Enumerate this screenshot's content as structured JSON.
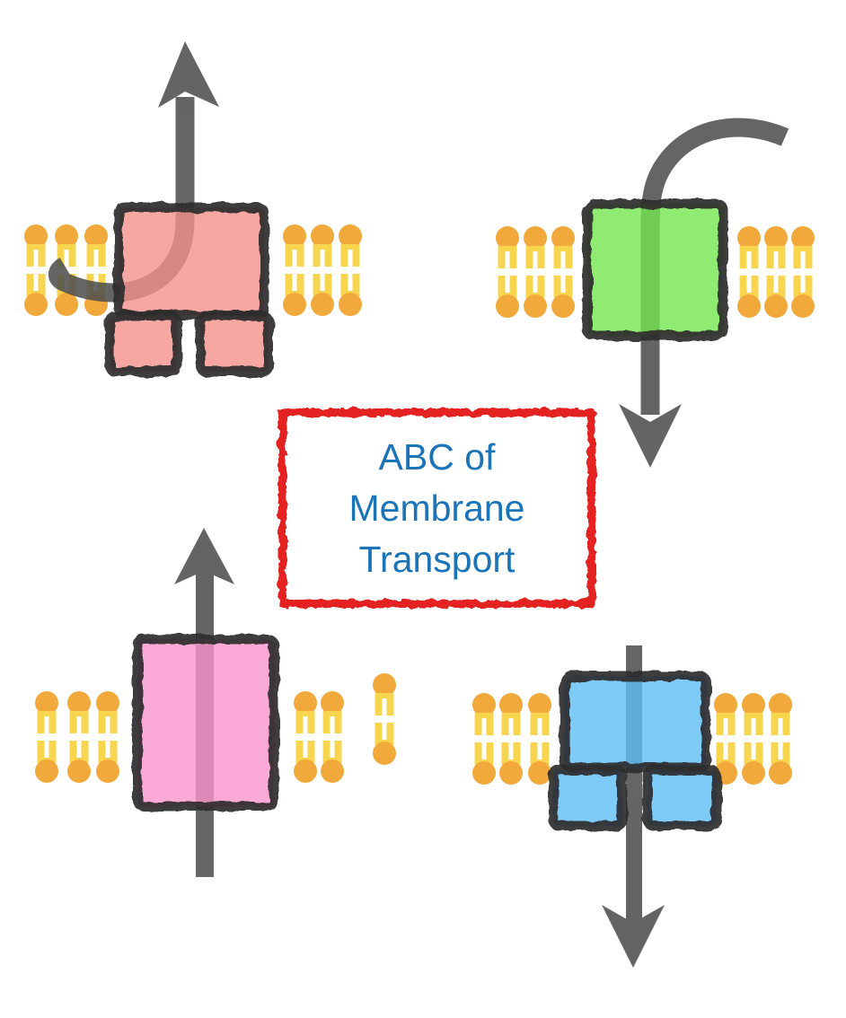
{
  "title_box": {
    "text": "ABC of\nMembrane\nTransport"
  },
  "colors": {
    "background": "#FFFFFF",
    "title_blue": "#1B74B8",
    "frame_red": "#E42320",
    "arrow_gray": "#4E4E4E",
    "protein_outline": "#2D2D2D",
    "salmon": "#F4918B",
    "green": "#74E64F",
    "pink": "#FA94CD",
    "blue": "#5EBEF6",
    "lipid_head": "#F2A93B",
    "lipid_tail": "#F8D54F"
  },
  "panels": [
    {
      "position": "top-left",
      "protein_fill": "salmon",
      "subunits": 3,
      "arrow_direction": "up-out-of-membrane"
    },
    {
      "position": "top-right",
      "protein_fill": "green",
      "subunits": 1,
      "arrow_direction": "curved-down-through-protein"
    },
    {
      "position": "bottom-left",
      "protein_fill": "pink",
      "subunits": 1,
      "arrow_direction": "straight-up-through-protein",
      "floating_lipid": true
    },
    {
      "position": "bottom-right",
      "protein_fill": "blue",
      "subunits": 3,
      "arrow_direction": "straight-down-through-protein"
    }
  ]
}
